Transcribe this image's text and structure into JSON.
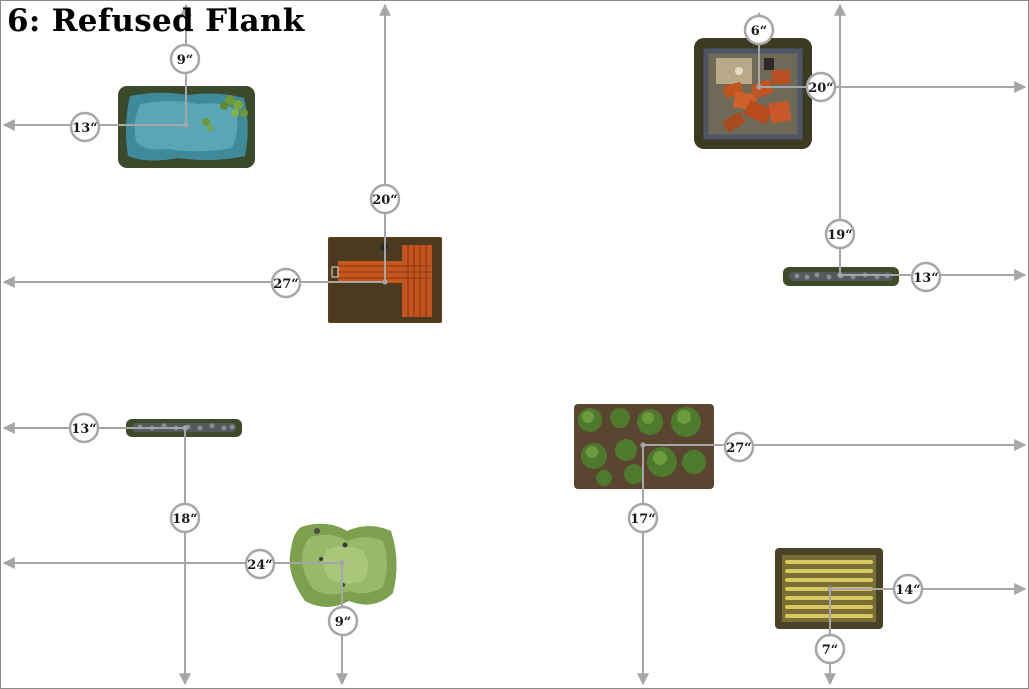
{
  "scenario": {
    "title": "6: Refused Flank"
  },
  "terrain": [
    {
      "id": "pond",
      "kind": "pond",
      "icon": "pond-icon"
    },
    {
      "id": "walled-ruins",
      "kind": "ruined walled compound",
      "icon": "ruins-icon"
    },
    {
      "id": "barn",
      "kind": "tiled-roof building",
      "icon": "building-icon"
    },
    {
      "id": "wall-east",
      "kind": "stone wall",
      "icon": "wall-icon"
    },
    {
      "id": "wall-west",
      "kind": "stone wall",
      "icon": "wall-icon"
    },
    {
      "id": "wood",
      "kind": "wood",
      "icon": "forest-icon"
    },
    {
      "id": "hill",
      "kind": "hill",
      "icon": "hill-icon"
    },
    {
      "id": "field",
      "kind": "crop field",
      "icon": "field-icon"
    }
  ],
  "measurements": [
    {
      "id": "pond-top",
      "label": "9“"
    },
    {
      "id": "pond-left",
      "label": "13“"
    },
    {
      "id": "ruins-top",
      "label": "6“"
    },
    {
      "id": "ruins-right",
      "label": "20“"
    },
    {
      "id": "barn-top",
      "label": "20“"
    },
    {
      "id": "barn-left",
      "label": "27“"
    },
    {
      "id": "wall-east-top",
      "label": "19“"
    },
    {
      "id": "wall-east-right",
      "label": "13“"
    },
    {
      "id": "wall-west-left",
      "label": "13“"
    },
    {
      "id": "wall-west-bottom",
      "label": "18“"
    },
    {
      "id": "hill-left",
      "label": "24“"
    },
    {
      "id": "hill-bottom",
      "label": "9“"
    },
    {
      "id": "wood-right",
      "label": "27“"
    },
    {
      "id": "wood-bottom",
      "label": "17“"
    },
    {
      "id": "field-right",
      "label": "14“"
    },
    {
      "id": "field-bottom",
      "label": "7“"
    }
  ],
  "colors": {
    "arrow": "#a6a6a6",
    "badge_border": "#a6a6a6",
    "badge_fill": "#ffffff",
    "badge_text": "#1a1a1a",
    "title": "#000000"
  }
}
